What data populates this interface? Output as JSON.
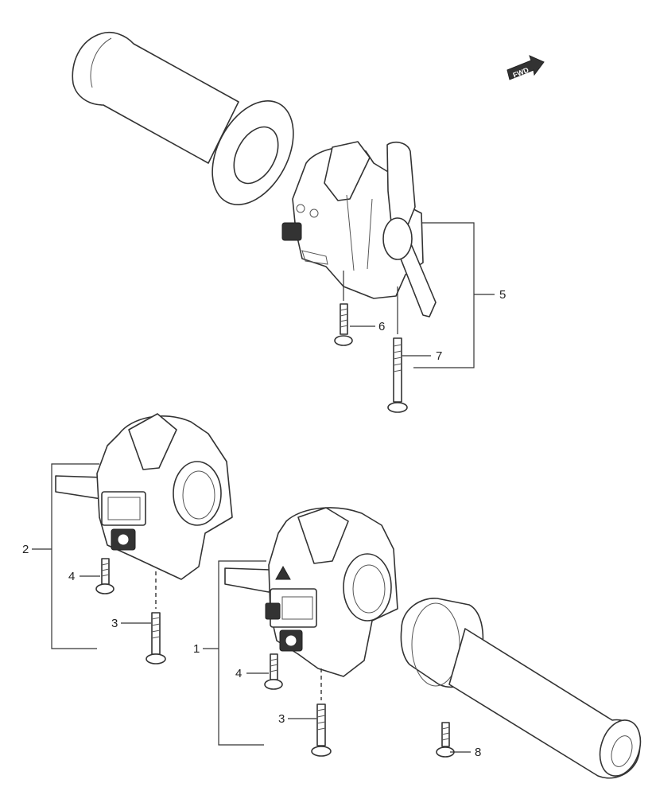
{
  "fwd_label": "FWD",
  "callouts": [
    "1",
    "2",
    "3",
    "3",
    "4",
    "4",
    "5",
    "6",
    "7",
    "8"
  ]
}
